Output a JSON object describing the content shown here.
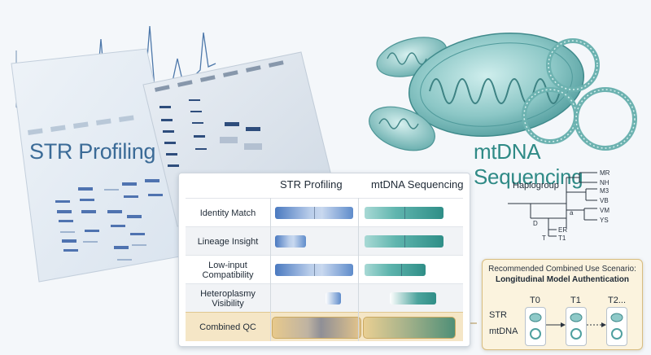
{
  "titles": {
    "str": "STR Profiling",
    "mtdna": "mtDNA Sequencing"
  },
  "comparison": {
    "columns": [
      "STR Profiling",
      "mtDNA Sequencing"
    ],
    "rows": [
      {
        "label_lines": [
          "Identity Match"
        ],
        "str_level": 0.92,
        "mt_level": 0.93
      },
      {
        "label_lines": [
          "Lineage Insight"
        ],
        "str_level": 0.37,
        "mt_level": 0.93
      },
      {
        "label_lines": [
          "Low-input",
          "Compatibility"
        ],
        "str_level": 0.92,
        "mt_level": 0.72
      },
      {
        "label_lines": [
          "Heteroplasmy",
          "Visibility"
        ],
        "str_level": 0.18,
        "mt_level": 0.55
      },
      {
        "label_lines": [
          "Combined QC"
        ],
        "str_level": 1.0,
        "mt_level": 1.0
      }
    ]
  },
  "haplogroup_tree": {
    "title": "Haplogroup",
    "leaves": [
      "MR",
      "NH",
      "M3",
      "VB",
      "VM",
      "YS",
      "ER",
      "T1"
    ],
    "nodes": [
      "a",
      "D",
      "T"
    ]
  },
  "scenario": {
    "line1": "Recommended Combined Use Scenario:",
    "line2": "Longitudinal Model Authentication",
    "timepoints": [
      "T0",
      "T1",
      "T2..."
    ],
    "row_labels": [
      "STR",
      "mtDNA"
    ]
  },
  "colors": {
    "str_blue": "#3b6b97",
    "mtdna_teal": "#2f8a86",
    "combined_gold": "#f5e6c6"
  }
}
